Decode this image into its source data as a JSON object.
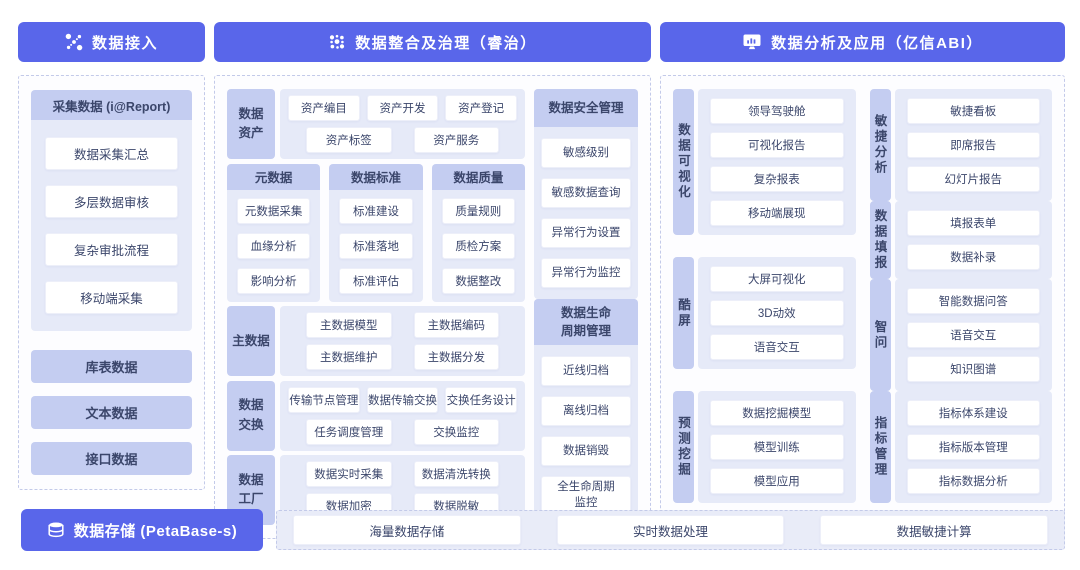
{
  "colors": {
    "primary_blue": "#5966ea",
    "label_lavender": "#c4cdf1",
    "body_lavender": "#e6eaf8",
    "storage_panel_bg": "#e9ecf8",
    "text": "#3b466b",
    "dashed_border": "#c3cae9"
  },
  "access": {
    "header": "数据接入",
    "collect": {
      "title": "采集数据 (i@Report)",
      "items": [
        "数据采集汇总",
        "多层数据审核",
        "复杂审批流程",
        "移动端采集"
      ]
    },
    "sources": [
      "库表数据",
      "文本数据",
      "接口数据"
    ]
  },
  "governance": {
    "header": "数据整合及治理（睿治）",
    "asset": {
      "label": "数据\n资产",
      "row1": [
        "资产编目",
        "资产开发",
        "资产登记"
      ],
      "row2": [
        "资产标签",
        "资产服务"
      ]
    },
    "meta": {
      "title": "元数据",
      "items": [
        "元数据采集",
        "血缘分析",
        "影响分析"
      ]
    },
    "standard": {
      "title": "数据标准",
      "items": [
        "标准建设",
        "标准落地",
        "标准评估"
      ]
    },
    "quality": {
      "title": "数据质量",
      "items": [
        "质量规则",
        "质检方案",
        "数据整改"
      ]
    },
    "master": {
      "label": "主数据",
      "row1": [
        "主数据模型",
        "主数据编码"
      ],
      "row2": [
        "主数据维护",
        "主数据分发"
      ]
    },
    "exchange": {
      "label": "数据\n交换",
      "row1": [
        "传输节点管理",
        "数据传输交换",
        "交换任务设计"
      ],
      "row2": [
        "任务调度管理",
        "交换监控"
      ]
    },
    "factory": {
      "label": "数据\n工厂",
      "row1": [
        "数据实时采集",
        "数据清洗转换"
      ],
      "row2": [
        "数据加密",
        "数据脱敏"
      ]
    },
    "security": {
      "title": "数据安全管理",
      "items": [
        "敏感级别",
        "敏感数据查询",
        "异常行为设置",
        "异常行为监控"
      ]
    },
    "lifecycle": {
      "title": "数据生命\n周期管理",
      "items": [
        "近线归档",
        "离线归档",
        "数据销毁",
        "全生命周期\n监控"
      ]
    }
  },
  "analysis": {
    "header": "数据分析及应用（亿信ABI）",
    "viz": {
      "label": "数据可视化",
      "items": [
        "领导驾驶舱",
        "可视化报告",
        "复杂报表",
        "移动端展现"
      ]
    },
    "coolscreen": {
      "label": "酷屏",
      "items": [
        "大屏可视化",
        "3D动效",
        "语音交互"
      ]
    },
    "mining": {
      "label": "预测挖掘",
      "items": [
        "数据挖掘模型",
        "模型训练",
        "模型应用"
      ]
    },
    "agile": {
      "label": "敏捷分析",
      "items": [
        "敏捷看板",
        "即席报告",
        "幻灯片报告"
      ]
    },
    "filling": {
      "label": "数据填报",
      "items": [
        "填报表单",
        "数据补录"
      ]
    },
    "qa": {
      "label": "智问",
      "items": [
        "智能数据问答",
        "语音交互",
        "知识图谱"
      ]
    },
    "indicator": {
      "label": "指标管理",
      "items": [
        "指标体系建设",
        "指标版本管理",
        "指标数据分析"
      ]
    }
  },
  "storage": {
    "header": "数据存储 (PetaBase-s)",
    "items": [
      "海量数据存储",
      "实时数据处理",
      "数据敏捷计算"
    ]
  }
}
